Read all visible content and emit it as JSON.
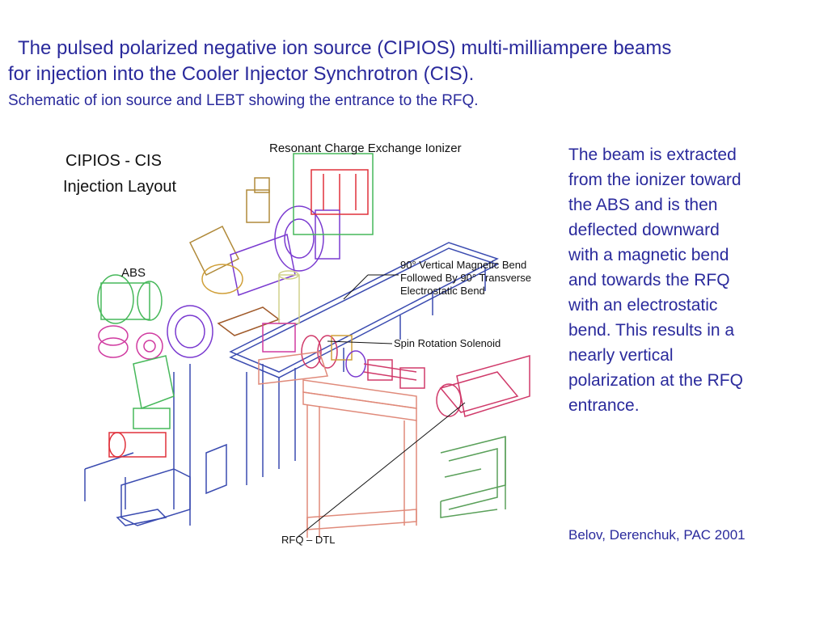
{
  "slide": {
    "title_line1": "The pulsed polarized negative ion source (CIPIOS) multi-milliampere beams",
    "title_line2": "for injection into the Cooler Injector Synchrotron (CIS).",
    "subtitle": "Schematic of ion source and LEBT showing the entrance to the RFQ.",
    "description": "The beam is extracted from the ionizer toward the ABS and is then deflected downward with a magnetic bend and towards the RFQ with an electrostatic bend.  This results in a nearly vertical polarization at the RFQ entrance.",
    "citation": "Belov, Derenchuk, PAC 2001"
  },
  "figure": {
    "heading_line1": "CIPIOS - CIS",
    "heading_line2": "Injection Layout",
    "labels": {
      "ionizer": "Resonant Charge Exchange Ionizer",
      "abs": "ABS",
      "bend_line1": "90° Vertical Magnetic Bend",
      "bend_line2": "Followed By 90° Transverse",
      "bend_line3": "Electrostatic Bend",
      "solenoid": "Spin Rotation Solenoid",
      "rfq": "RFQ – DTL"
    }
  },
  "colors": {
    "text": "#2a2a9c",
    "frame": "#3a4bb0",
    "rfq_stand": "#e08a7a",
    "green_stand": "#5aa05a",
    "abs_body": "#46b85a",
    "magnet": "#7a3ad0"
  }
}
